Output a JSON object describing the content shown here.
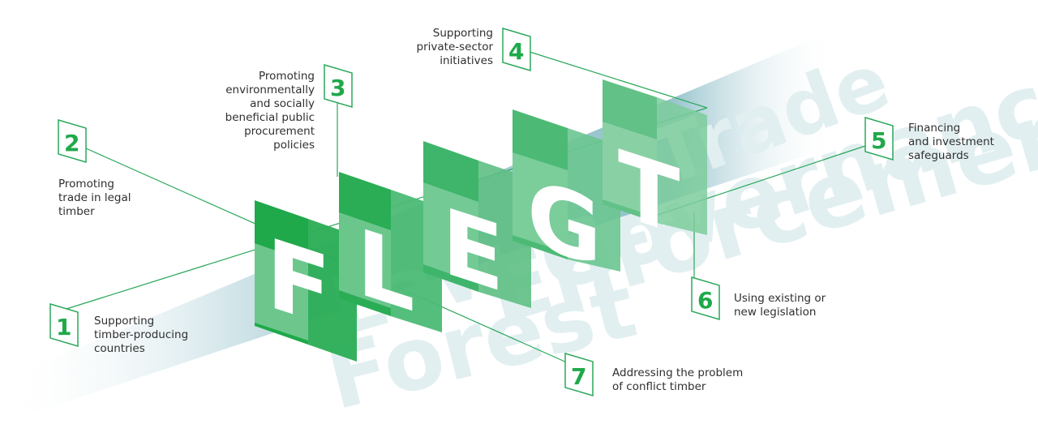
{
  "colors": {
    "green_dark": "#1fa94a",
    "green_mid": "#4cba75",
    "green_light": "#8fd4aa",
    "teal_beam": "#7fb6c2",
    "watermark": "#e2eff1",
    "line": "#2aa85a",
    "text": "#2f2f2f"
  },
  "watermark": {
    "forest": "Forest",
    "law": "Law",
    "enforcement": "Enforcement",
    "governance": "Governance",
    "trade": "Trade"
  },
  "panels": [
    "F",
    "L",
    "E",
    "G",
    "T"
  ],
  "markers": [
    {
      "number": "1",
      "label": "Supporting\ntimber-producing\ncountries"
    },
    {
      "number": "2",
      "label": "Promoting\ntrade in legal\ntimber"
    },
    {
      "number": "3",
      "label": "Promoting\nenvironmentally\nand socially\nbeneficial public\nprocurement\npolicies"
    },
    {
      "number": "4",
      "label": "Supporting\nprivate-sector\ninitiatives"
    },
    {
      "number": "5",
      "label": "Financing\nand investment\nsafeguards"
    },
    {
      "number": "6",
      "label": "Using existing or\nnew legislation"
    },
    {
      "number": "7",
      "label": "Addressing the problem\nof conflict timber"
    }
  ]
}
